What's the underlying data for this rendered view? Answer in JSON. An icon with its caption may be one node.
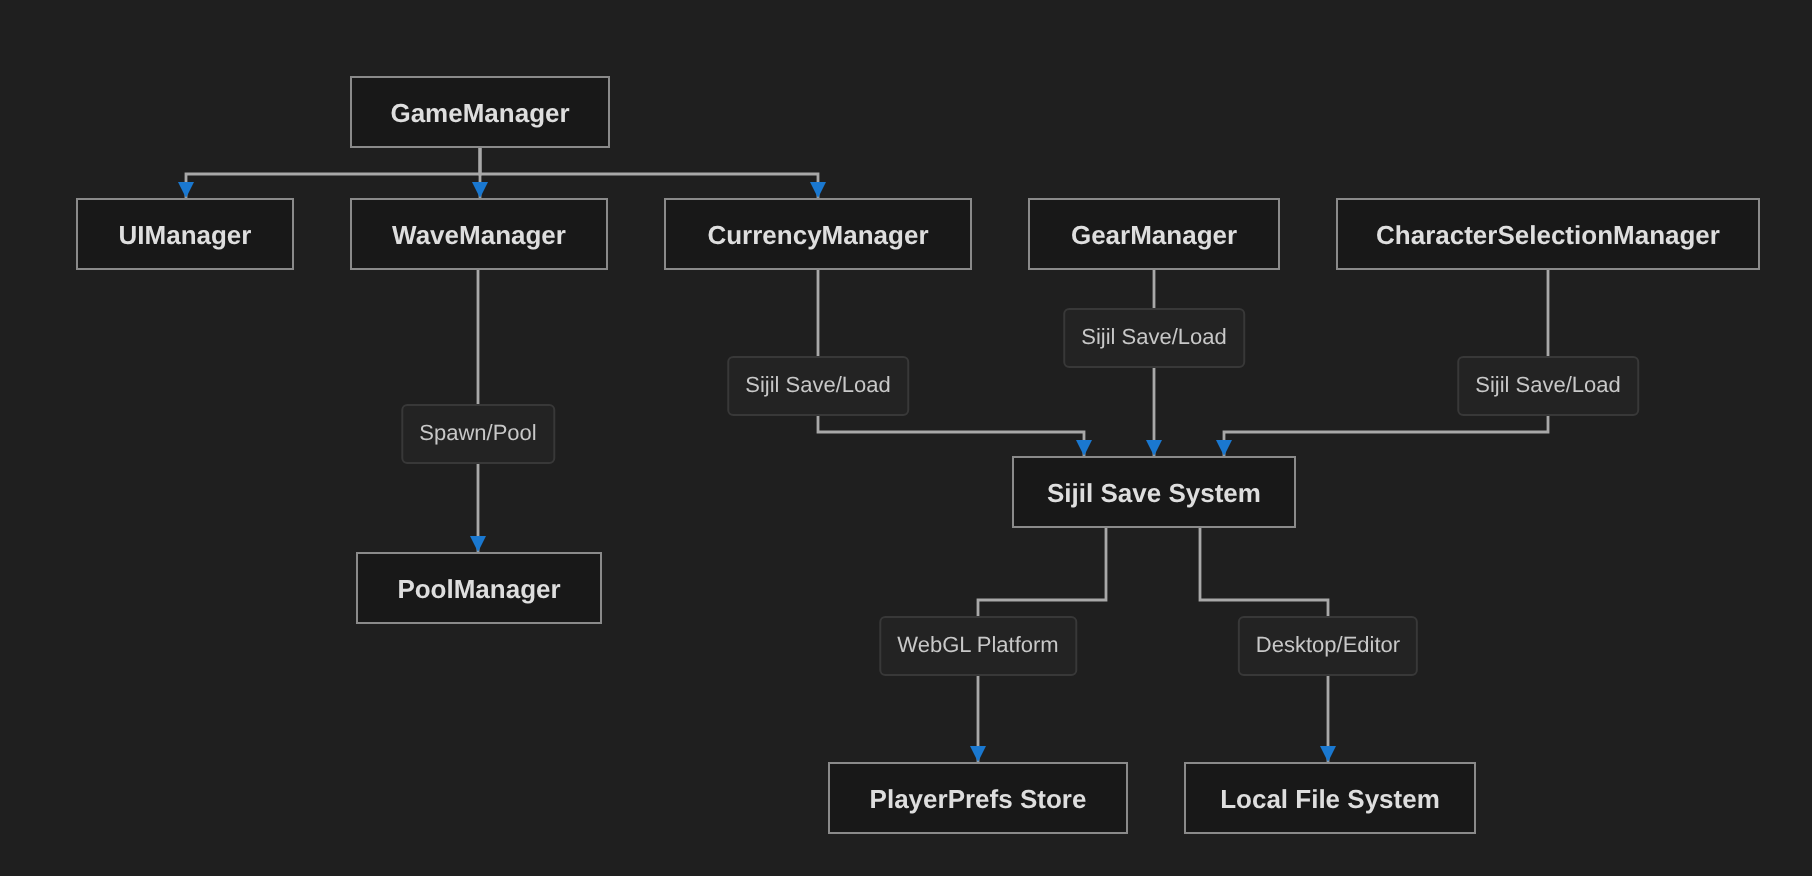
{
  "diagram": {
    "nodes": [
      {
        "text": [
          "GameManager"
        ]
      },
      {
        "text": [
          "UIManager"
        ]
      },
      {
        "text": [
          "WaveManager"
        ]
      },
      {
        "text": [
          "CurrencyManager"
        ]
      },
      {
        "text": [
          "GearManager"
        ]
      },
      {
        "text": [
          "CharacterSelectionManager"
        ]
      },
      {
        "text": [
          "Sijil Save System"
        ]
      },
      {
        "text": [
          "PoolManager"
        ]
      },
      {
        "text": [
          "PlayerPrefs Store"
        ]
      },
      {
        "text": [
          "Local File System"
        ]
      }
    ],
    "edges": [
      {
        "from": 0,
        "to": 1,
        "arrow": "to"
      },
      {
        "from": 0,
        "to": 2,
        "arrow": "to"
      },
      {
        "from": 0,
        "to": 3,
        "arrow": "to"
      },
      {
        "from": 2,
        "to": 7,
        "arrow": "to",
        "label": "Spawn/Pool"
      },
      {
        "from": 3,
        "to": 6,
        "arrow": "to",
        "label": "Sijil Save/Load"
      },
      {
        "from": 4,
        "to": 6,
        "arrow": "to",
        "label": "Sijil Save/Load"
      },
      {
        "from": 5,
        "to": 6,
        "arrow": "to",
        "label": "Sijil Save/Load"
      },
      {
        "from": 6,
        "to": 8,
        "arrow": "to",
        "label": "WebGL Platform"
      },
      {
        "from": 6,
        "to": 9,
        "arrow": "to",
        "label": "Desktop/Editor"
      }
    ]
  }
}
